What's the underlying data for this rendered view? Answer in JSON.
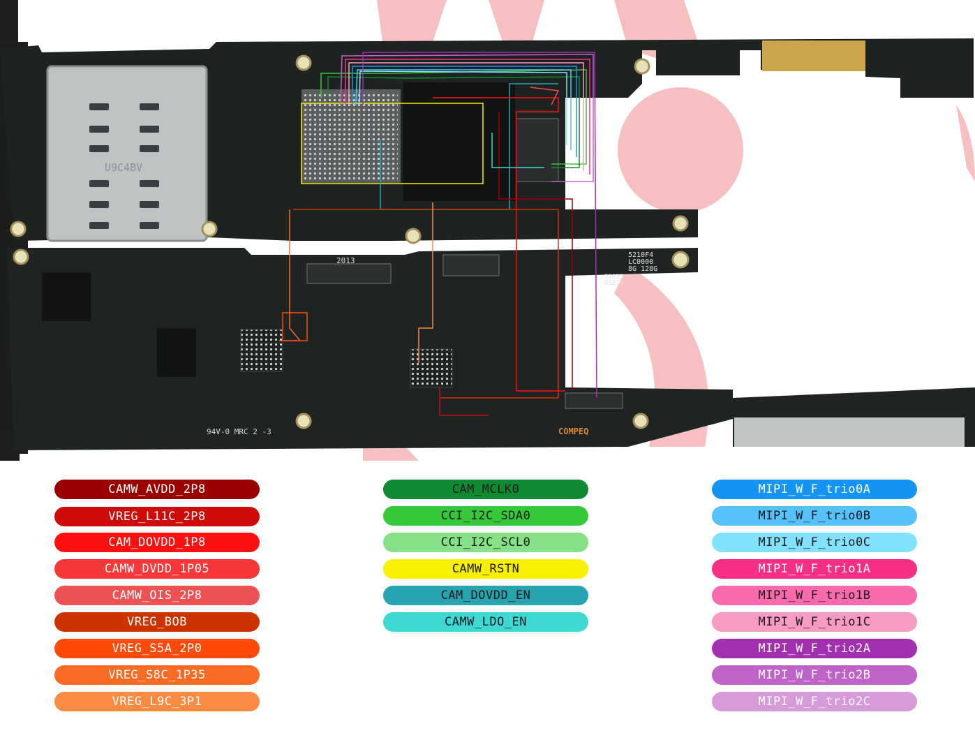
{
  "board": {
    "marking_top": "2013",
    "marking_bottom": "94V-0 MRC\n2 -3",
    "compeq_logo": "COMPEQ",
    "shield_label": "U9C4BV",
    "chip_label_1": "5210F4",
    "chip_label_2": "LC0000",
    "chip_label_3": "8G 128G",
    "chip_label_4": "21019",
    "chip_label_5": "03279",
    "watermark_icon": "brand-logo-watermark"
  },
  "legend": {
    "column_1": [
      {
        "label": "CAMW_AVDD_2P8",
        "color": "#9b0000"
      },
      {
        "label": "VREG_L11C_2P8",
        "color": "#cf0a0a"
      },
      {
        "label": "CAM_DOVDD_1P8",
        "color": "#ff0f0f"
      },
      {
        "label": "CAMW_DVDD_1P05",
        "color": "#f83838"
      },
      {
        "label": "CAMW_OIS_2P8",
        "color": "#ec5252"
      },
      {
        "label": "VREG_BOB",
        "color": "#cc3300"
      },
      {
        "label": "VREG_S5A_2P0",
        "color": "#ff4a0a"
      },
      {
        "label": "VREG_S8C_1P35",
        "color": "#f96a25"
      },
      {
        "label": "VREG_L9C_3P1",
        "color": "#f98a42"
      }
    ],
    "column_2": [
      {
        "label": "CAM_MCLK0",
        "color": "#0f8c32"
      },
      {
        "label": "CCI_I2C_SDA0",
        "color": "#37c83a"
      },
      {
        "label": "CCI_I2C_SCL0",
        "color": "#86e085"
      },
      {
        "label": "CAMW_RSTN",
        "color": "#f8f000"
      },
      {
        "label": "CAM_DOVDD_EN",
        "color": "#27a4b0"
      },
      {
        "label": "CAMW_LDO_EN",
        "color": "#3ed8d4"
      }
    ],
    "column_3": [
      {
        "label": "MIPI_W_F_trio0A",
        "color": "#1495f5"
      },
      {
        "label": "MIPI_W_F_trio0B",
        "color": "#55c2fb"
      },
      {
        "label": "MIPI_W_F_trio0C",
        "color": "#82e2fc"
      },
      {
        "label": "MIPI_W_F_trio1A",
        "color": "#f72f84"
      },
      {
        "label": "MIPI_W_F_trio1B",
        "color": "#f86aab"
      },
      {
        "label": "MIPI_W_F_trio1C",
        "color": "#f89bc4"
      },
      {
        "label": "MIPI_W_F_trio2A",
        "color": "#a22fb0"
      },
      {
        "label": "MIPI_W_F_trio2B",
        "color": "#c063c8"
      },
      {
        "label": "MIPI_W_F_trio2C",
        "color": "#d59ad7"
      }
    ]
  }
}
